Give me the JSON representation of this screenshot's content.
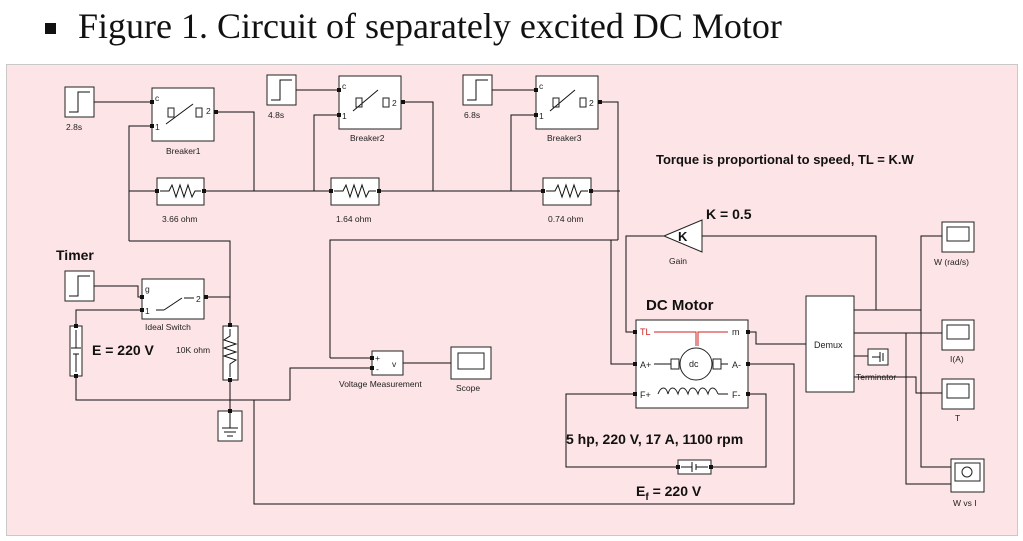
{
  "heading": {
    "bullet": "▪",
    "title": "Figure 1. Circuit of separately excited DC Motor"
  },
  "annotations": {
    "torque_note": "Torque is proportional to speed, TL = K.W",
    "k_value": "K = 0.5",
    "timer": "Timer",
    "dc_motor": "DC Motor",
    "motor_rating": "5 hp, 220 V, 17 A, 1100 rpm",
    "supply_voltage": "E = 220 V",
    "field_voltage_main": "E",
    "field_voltage_sub": "f",
    "field_voltage_rest": " = 220 V"
  },
  "blocks": {
    "step1": "2.8s",
    "step2": "4.8s",
    "step3": "6.8s",
    "breaker1": "Breaker1",
    "breaker2": "Breaker2",
    "breaker3": "Breaker3",
    "r1": "3.66 ohm",
    "r2": "1.64 ohm",
    "r3": "0.74 ohm",
    "gain_symbol": "K",
    "gain": "Gain",
    "ideal_switch": "Ideal Switch",
    "r_10k": "10K ohm",
    "voltage_measurement": "Voltage Measurement",
    "vm_plus": "+",
    "vm_minus": "-",
    "vm_out": "v",
    "scope": "Scope",
    "demux": "Demux",
    "terminator": "Terminator",
    "scope_w": "W (rad/s)",
    "scope_i": "I(A)",
    "scope_t": "T",
    "xy_graph": "W vs I",
    "port_c": "c",
    "port_1": "1",
    "port_2": "2",
    "port_g": "g",
    "motor_tl": "TL",
    "motor_m": "m",
    "motor_ap": "A+",
    "motor_am": "A-",
    "motor_fp": "F+",
    "motor_fm": "F-",
    "motor_dc": "dc"
  },
  "colors": {
    "canvas_bg": "#fde4e6",
    "canvas_border": "#c9c9c9",
    "motor_red": "#cc2222",
    "wire": "#111111"
  }
}
